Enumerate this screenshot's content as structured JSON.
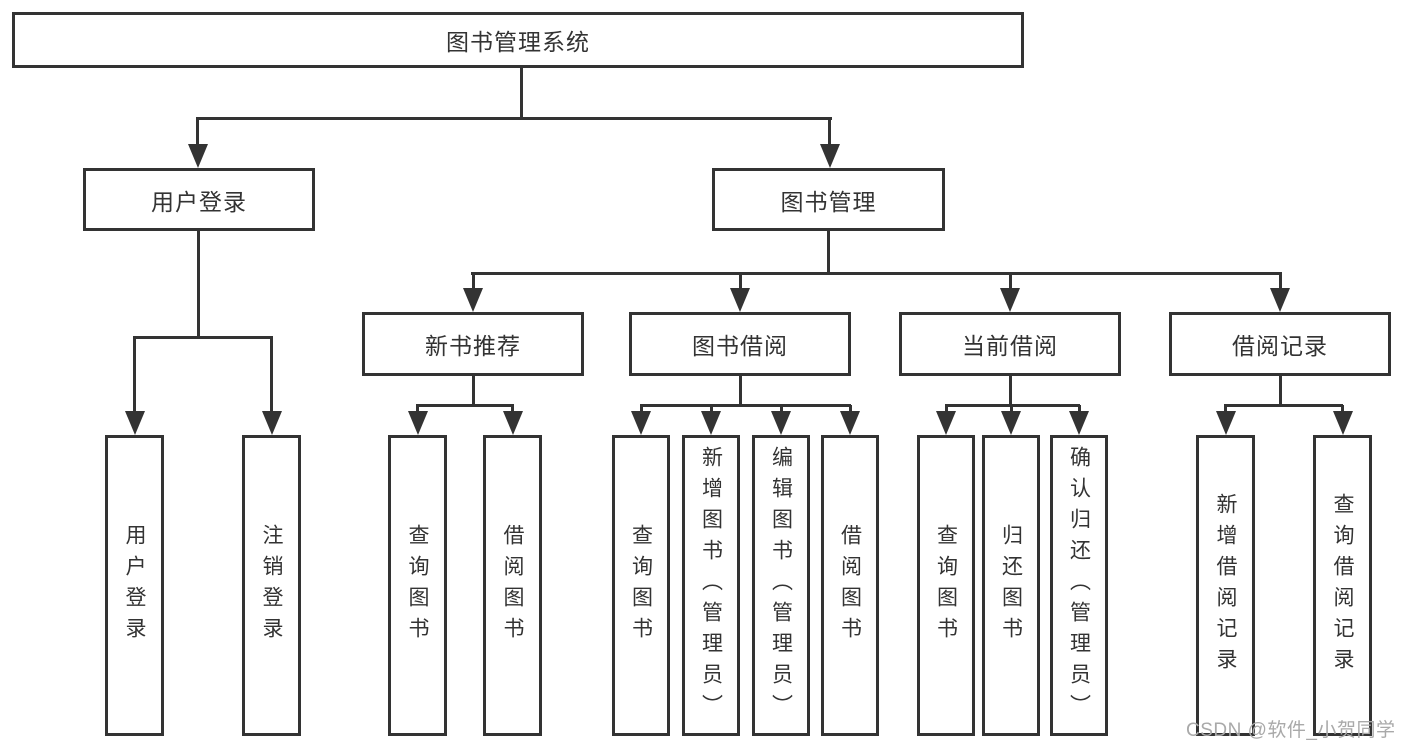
{
  "colors": {
    "line": "#333333",
    "text": "#333333",
    "watermark": "#a9a9a9",
    "background": "#ffffff"
  },
  "diagram": {
    "root": {
      "label": "图书管理系统"
    },
    "level2": [
      {
        "label": "用户登录"
      },
      {
        "label": "图书管理"
      }
    ],
    "level3": [
      {
        "label": "新书推荐"
      },
      {
        "label": "图书借阅"
      },
      {
        "label": "当前借阅"
      },
      {
        "label": "借阅记录"
      }
    ],
    "leaves": {
      "user_login": [
        "用户登录",
        "注销登录"
      ],
      "new_book_recommend": [
        "查询图书",
        "借阅图书"
      ],
      "book_borrow": [
        "查询图书",
        "新增图书（管理员）",
        "编辑图书（管理员）",
        "借阅图书"
      ],
      "current_borrow": [
        "查询图书",
        "归还图书",
        "确认归还（管理员）"
      ],
      "borrow_records": [
        "新增借阅记录",
        "查询借阅记录"
      ]
    }
  },
  "watermark": {
    "text": "CSDN @软件_小贺同学"
  }
}
